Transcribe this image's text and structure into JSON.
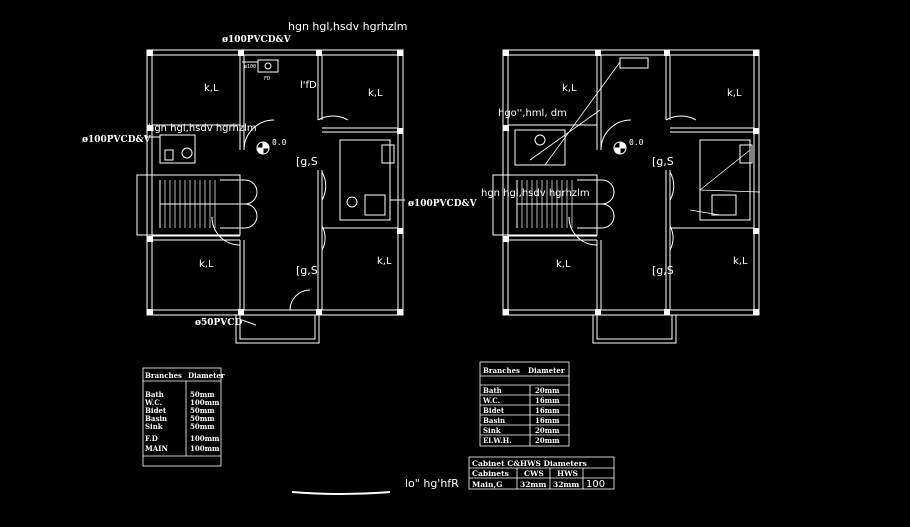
{
  "top_title": "hgn hgl,hsdv hgrhzlm",
  "bottom_caption": "lo\" hg'hfR",
  "left_plan": {
    "pipe_top": "ø100PVCD&V",
    "pipe_left": "ø100PVCD&V",
    "pipe_right": "ø100PVCD&V",
    "pipe_bottom": "ø50PVCD",
    "overlay_label": "hgn hgl,hsdv hgrhzlm",
    "room_labels": [
      "k,L",
      "k,L",
      "k,L",
      "k,L",
      "l'fD",
      "[g,S",
      "[g,S"
    ],
    "level": "0.0",
    "tag_fd": "FD",
    "tag_100": "ø100"
  },
  "right_plan": {
    "overlay_label_top": "hgo'',hml, dm",
    "overlay_label_mid": "hgn hgl,hsdv hgrhzlm",
    "room_labels": [
      "k,L",
      "k,L",
      "k,L",
      "k,L",
      "[g,S",
      "[g,S"
    ],
    "level": "0.0"
  },
  "table_left": {
    "headers": [
      "Branches",
      "Diameter"
    ],
    "rows": [
      [
        "Bath",
        "50mm"
      ],
      [
        "W.C.",
        "100mm"
      ],
      [
        "Bidet",
        "50mm"
      ],
      [
        "Basin",
        "50mm"
      ],
      [
        "Sink",
        "50mm"
      ],
      [
        "F.D",
        "100mm"
      ],
      [
        "MAIN",
        "100mm"
      ]
    ]
  },
  "table_right": {
    "headers": [
      "Branches",
      "Diameter"
    ],
    "rows": [
      [
        "Bath",
        "20mm"
      ],
      [
        "W.C.",
        "16mm"
      ],
      [
        "Bidet",
        "16mm"
      ],
      [
        "Basin",
        "16mm"
      ],
      [
        "Sink",
        "20mm"
      ],
      [
        "El.W.H.",
        "20mm"
      ]
    ]
  },
  "cabinet_table": {
    "title": "Cabinet C&HWS Diameters",
    "headers": [
      "Cabinets",
      "CWS",
      "HWS"
    ],
    "row": [
      "Main,G",
      "32mm",
      "32mm"
    ],
    "extra": "100"
  }
}
